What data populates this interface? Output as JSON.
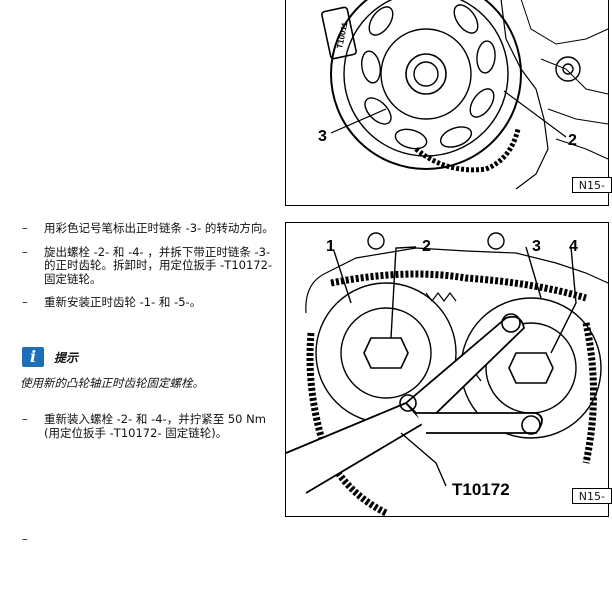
{
  "steps": [
    "用彩色记号笔标出正时链条 -3- 的转动方向。",
    "旋出螺栓 -2- 和 -4- ，并拆下带正时链条 -3- 的正时齿轮。拆卸时，用定位扳手 -T10172- 固定链轮。",
    "重新安装正时齿轮 -1- 和 -5-。"
  ],
  "note": {
    "icon_glyph": "i",
    "title": "提示",
    "text": "使用新的凸轮轴正时齿轮固定螺栓。"
  },
  "steps2": [
    "重新装入螺栓 -2- 和 -4-，并拧紧至 50 Nm (用定位扳手 -T10172- 固定链轮)。"
  ],
  "dash": "–",
  "figure_top": {
    "tool_label": "T10011",
    "callout_3": "3",
    "callout_2": "2",
    "code": "N15-"
  },
  "figure_bottom": {
    "callout_1": "1",
    "callout_2": "2",
    "callout_3": "3",
    "callout_4": "4",
    "tool": "T10172",
    "code": "N15-"
  }
}
